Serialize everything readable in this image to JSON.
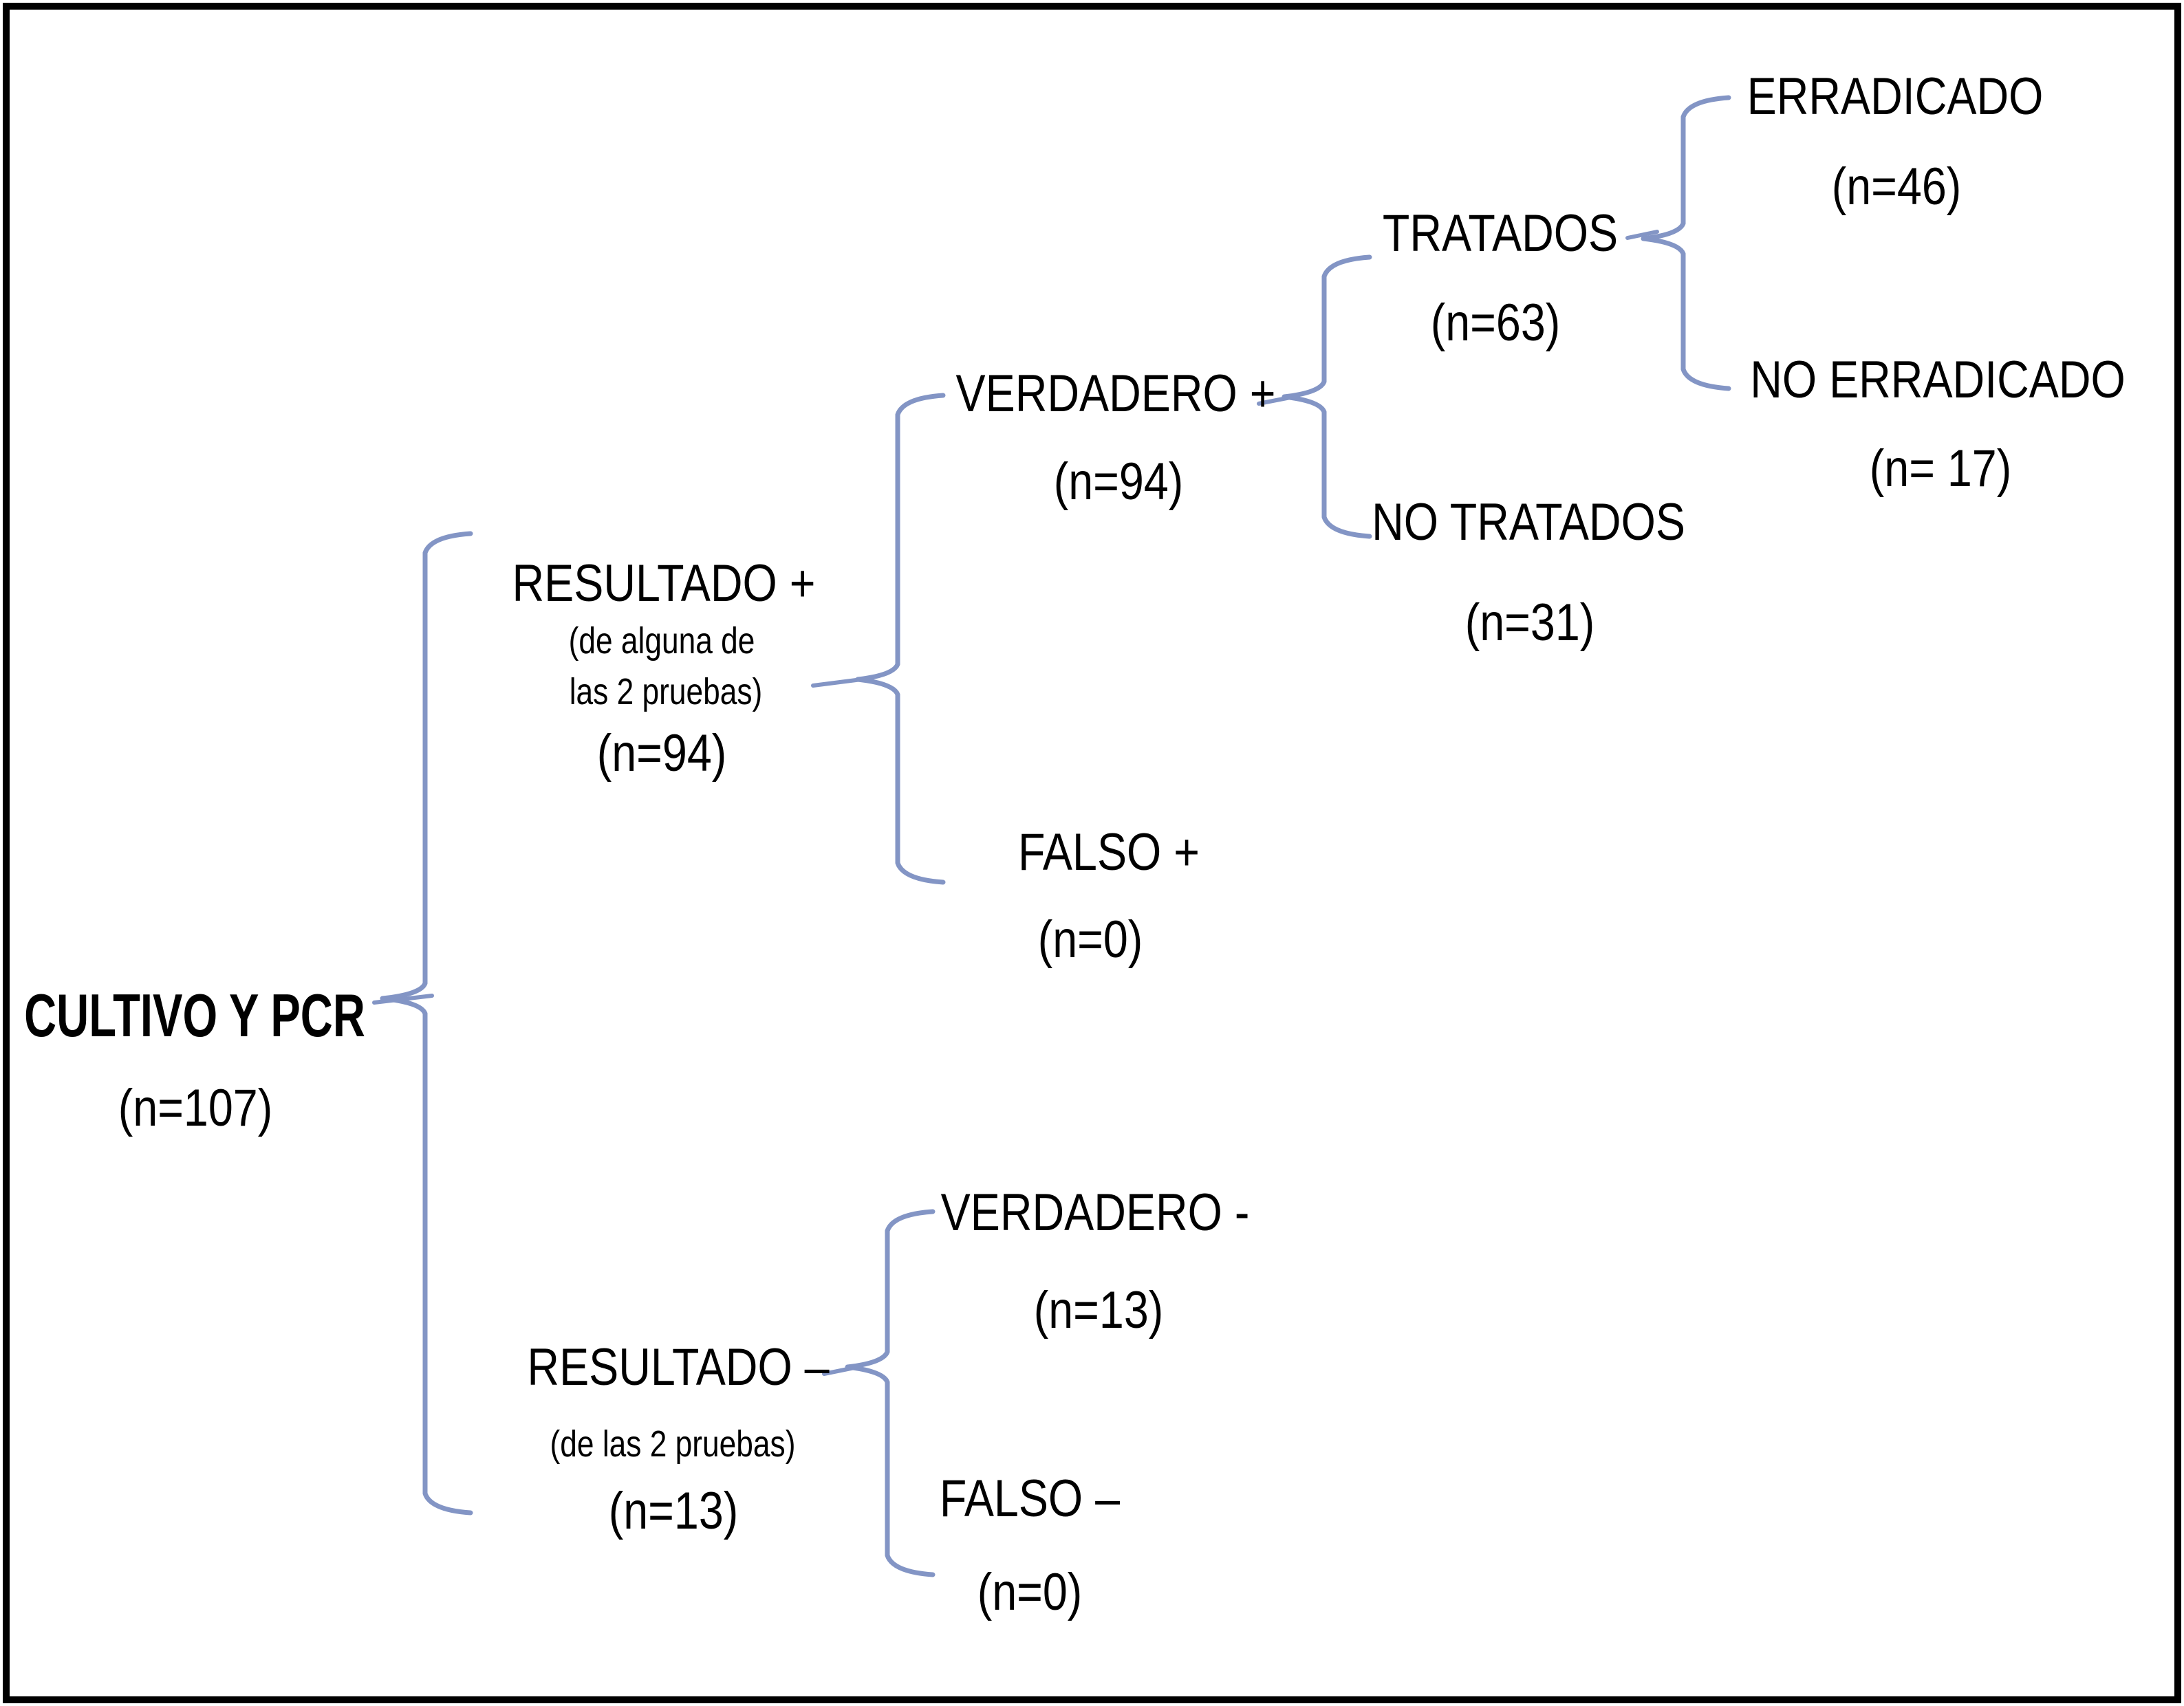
{
  "figure": {
    "type": "flow-diagram",
    "colors": {
      "background": "#ffffff",
      "border": "#000000",
      "text": "#000000",
      "brace": "#8395c5"
    },
    "root": {
      "title": "CULTIVO Y PCR",
      "n": "(n=107)"
    },
    "nodes": {
      "resultado_pos": {
        "title": "RESULTADO +",
        "sub1": "(de alguna de",
        "sub2": "las 2 pruebas)",
        "n": "(n=94)"
      },
      "resultado_neg": {
        "title": "RESULTADO –",
        "sub": "(de las 2 pruebas)",
        "n": "(n=13)"
      },
      "verdadero_pos": {
        "title": "VERDADERO +",
        "n": "(n=94)"
      },
      "falso_pos": {
        "title": "FALSO +",
        "n": "(n=0)"
      },
      "verdadero_neg": {
        "title": "VERDADERO -",
        "n": "(n=13)"
      },
      "falso_neg": {
        "title": "FALSO –",
        "n": "(n=0)"
      },
      "tratados": {
        "title": "TRATADOS",
        "n": "(n=63)"
      },
      "no_tratados": {
        "title": "NO TRATADOS",
        "n": "(n=31)"
      },
      "erradicado": {
        "title": "ERRADICADO",
        "n": "(n=46)"
      },
      "no_erradicado": {
        "title": "NO ERRADICADO",
        "n": "(n= 17)"
      }
    }
  }
}
